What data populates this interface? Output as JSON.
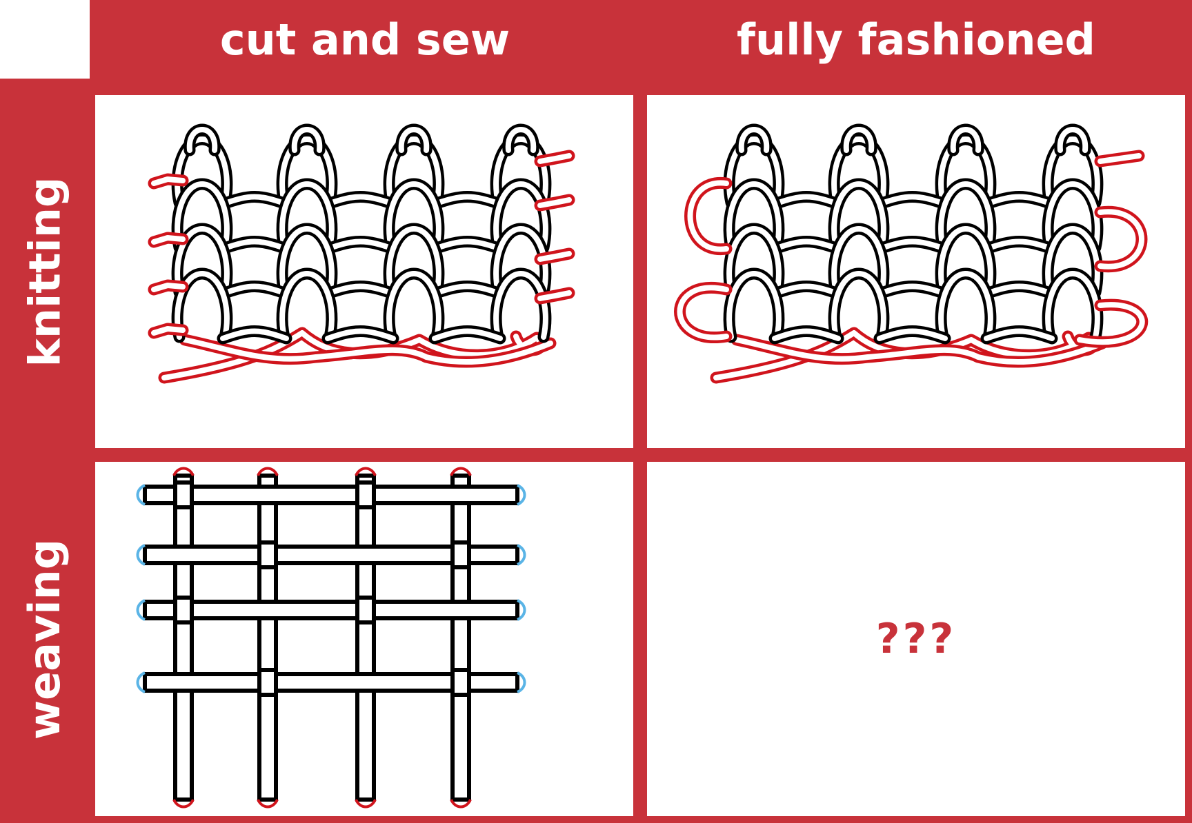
{
  "columns": {
    "cut_and_sew": "cut and sew",
    "fully_fashioned": "fully fashioned"
  },
  "rows": {
    "knitting": "knitting",
    "weaving": "weaving"
  },
  "empty_cell_text": "???",
  "colors": {
    "brand_red": "#c8323a",
    "yarn_black": "#000000",
    "cut_end_red": "#d0141c",
    "weave_blue": "#5ab4e6"
  }
}
